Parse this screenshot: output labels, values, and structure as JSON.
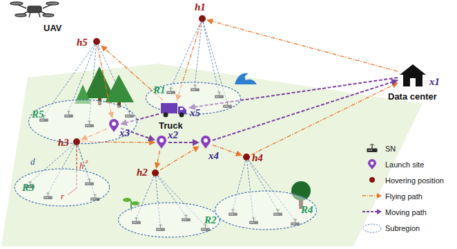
{
  "diagram": {
    "nodes": [
      {
        "text": [
          "Data center",
          "x1"
        ]
      },
      {
        "text": [
          "UAV",
          "h5"
        ]
      },
      {
        "text": [
          "h1"
        ]
      },
      {
        "text": [
          "R1"
        ]
      },
      {
        "text": [
          "Truck",
          "x5"
        ]
      },
      {
        "text": [
          "R5"
        ]
      },
      {
        "text": [
          "x3"
        ]
      },
      {
        "text": [
          "h3"
        ]
      },
      {
        "text": [
          "x2"
        ]
      },
      {
        "text": [
          "x4"
        ]
      },
      {
        "text": [
          "h4"
        ]
      },
      {
        "text": [
          "R3"
        ]
      },
      {
        "text": [
          "h2"
        ]
      },
      {
        "text": [
          "R2"
        ]
      },
      {
        "text": [
          "R4"
        ]
      }
    ],
    "edges": [
      {
        "from": 0,
        "to": 2,
        "arrow": "to"
      },
      {
        "from": 2,
        "to": 4,
        "arrow": "to"
      },
      {
        "from": 4,
        "to": 1,
        "arrow": "to"
      },
      {
        "from": 1,
        "to": 6,
        "arrow": "to"
      },
      {
        "from": 6,
        "to": 7,
        "arrow": "to"
      },
      {
        "from": 7,
        "to": 8,
        "arrow": "to"
      },
      {
        "from": 8,
        "to": 12,
        "arrow": "to"
      },
      {
        "from": 12,
        "to": 9,
        "arrow": "to"
      },
      {
        "from": 9,
        "to": 10,
        "arrow": "to"
      },
      {
        "from": 10,
        "to": 0,
        "arrow": "to"
      },
      {
        "from": 0,
        "to": 4,
        "arrow": "to"
      },
      {
        "from": 4,
        "to": 6,
        "arrow": "to"
      },
      {
        "from": 6,
        "to": 8,
        "arrow": "to"
      },
      {
        "from": 8,
        "to": 9,
        "arrow": "to"
      },
      {
        "from": 9,
        "to": 0,
        "arrow": "to"
      }
    ],
    "labels": [
      "d",
      "h",
      "z",
      "r"
    ],
    "legend": [
      {
        "text": "SN"
      },
      {
        "text": "Launch site"
      },
      {
        "text": "Hovering position"
      },
      {
        "text": "Flying path"
      },
      {
        "text": "Moving path"
      },
      {
        "text": "Subregion"
      }
    ]
  }
}
